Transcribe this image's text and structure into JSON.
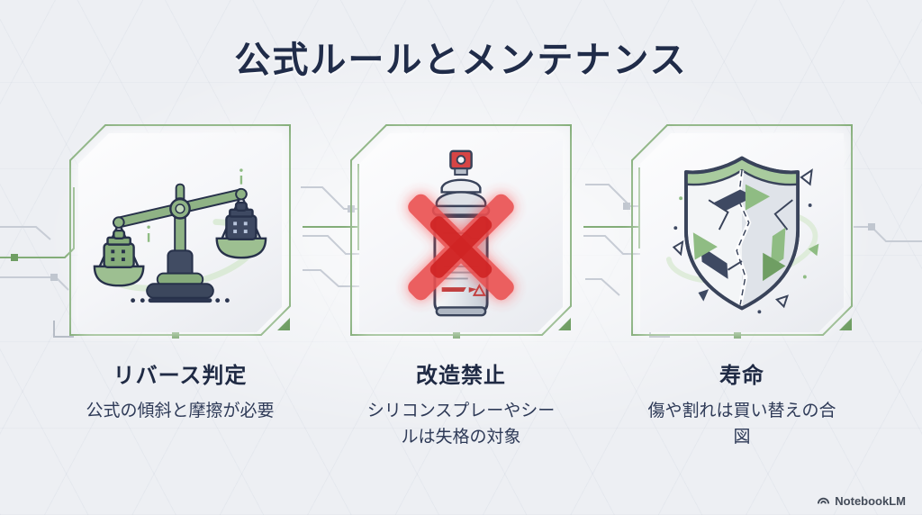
{
  "title": "公式ルールとメンテナンス",
  "cards": [
    {
      "heading": "リバース判定",
      "description": "公式の傾斜と摩擦が必要",
      "icon": "balance-scale-icon"
    },
    {
      "heading": "改造禁止",
      "description": "シリコンスプレーやシールは失格の対象",
      "icon": "no-modification-spray-icon"
    },
    {
      "heading": "寿命",
      "description": "傷や割れは買い替えの合図",
      "icon": "broken-shield-recycle-icon"
    }
  ],
  "watermark": {
    "label": "NotebookLM",
    "icon": "notebooklm-logo-icon"
  },
  "colors": {
    "background": "#edeff3",
    "navy": "#1f2a44",
    "accent_green": "#7fae74",
    "alert_red": "#e03131",
    "trace_gray": "#c7ccd5"
  }
}
